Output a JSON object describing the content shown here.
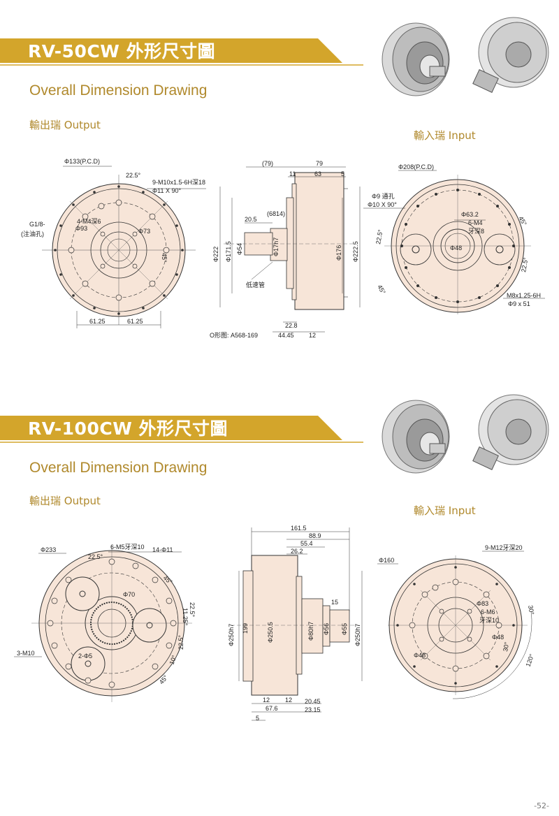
{
  "sections": [
    {
      "title": "RV-50CW 外形尺寸圖",
      "subtitle": "Overall Dimension Drawing",
      "output_label": "輸出瑞  Output",
      "input_label": "輸入瑞  Input",
      "output_view": {
        "pcd": "Φ133(P.C.D)",
        "angle1": "22.5°",
        "tap": "9-M10x1.5-6H深18",
        "hole": "Φ11 X 90°",
        "m4": "4-M4深6",
        "d93": "Φ93",
        "d73": "Φ73",
        "oil": "G1/8-",
        "oil2": "(注油孔)",
        "angle45": "45°",
        "left_dim": "61.25",
        "right_dim": "61.25"
      },
      "side_view": {
        "d79a": "(79)",
        "d79": "79",
        "d11": "11",
        "d63": "63",
        "d5": "5",
        "d205": "20.5",
        "d6814": "(6814)",
        "d222": "Φ222",
        "d1715": "Φ171.5",
        "d54": "Φ54",
        "d17": "Φ17h7",
        "d176": "Φ176",
        "d2225": "Φ222.5",
        "low": "低速管",
        "oring": "O形图: A568-169",
        "d228": "22.8",
        "d4445": "44.45",
        "d12": "12"
      },
      "input_view": {
        "pcd": "Φ208(P.C.D)",
        "thru": "Φ9 通孔",
        "c10": "Φ10 X 90°",
        "d632": "Φ63.2",
        "m4": "6-M4",
        "depth": "牙深8",
        "d48": "Φ48",
        "a225a": "22.5°",
        "a45": "45°",
        "a45b": "45°",
        "a225b": "22.5°",
        "m8": "M8x1.25-6H",
        "d9": "Φ9 x 51"
      }
    },
    {
      "title": "RV-100CW 外形尺寸圖",
      "subtitle": "Overall Dimension Drawing",
      "output_label": "輸出瑞  Output",
      "input_label": "輸入瑞  Input",
      "output_view": {
        "d233": "Φ233",
        "a225": "22.5°",
        "m5": "6-M5牙深10",
        "h14": "14-Φ11",
        "a45": "45°",
        "d70": "Φ70",
        "a225b": "22.5°",
        "d1125": "11.25°",
        "a225c": "22.5°",
        "a10": "10°",
        "m10": "3-M10",
        "p5": "2-Φ5",
        "a45b": "45°"
      },
      "side_view": {
        "d1615": "161.5",
        "d889": "88.9",
        "d554": "55.4",
        "d262": "26.2",
        "d15": "15",
        "d250h7": "Φ250h7",
        "d199": "199",
        "d2505": "Φ250.5",
        "d80": "Φ80h7",
        "d56": "Φ56",
        "d55": "Φ55",
        "d250h7b": "Φ250h7",
        "d12a": "12",
        "d12b": "12",
        "d676": "67.6",
        "d2045": "20.45",
        "d2315": "23.15",
        "d5": "5"
      },
      "input_view": {
        "d160": "Φ160",
        "m12": "9-M12牙深20",
        "d83": "Φ83",
        "m6": "6-M6",
        "depth": "牙深10",
        "d48a": "Φ48",
        "d48b": "Φ48",
        "a30a": "30°",
        "a30b": "30°",
        "a120": "120°"
      }
    }
  ],
  "page_number": "-52-",
  "colors": {
    "gold": "#d3a52b",
    "subtitle": "#b0892c",
    "body_fill": "#f7e5d8",
    "line": "#333333"
  }
}
